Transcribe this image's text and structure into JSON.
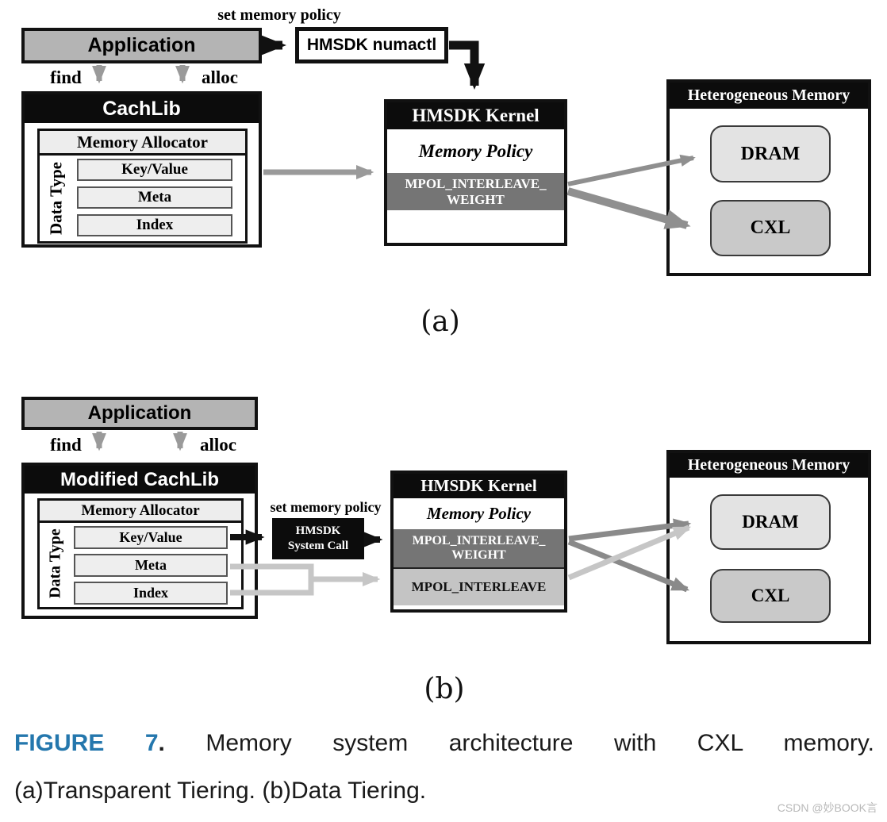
{
  "colors": {
    "application_fill": "#b4b4b4",
    "header_fill": "#0c0c0c",
    "row_fill": "#eeeeee",
    "mpol_dark_fill": "#757575",
    "mpol_light_fill": "#c4c4c4",
    "dram_fill": "#e3e3e3",
    "cxl_fill": "#c9c9c9",
    "arrow_gray": "#9a9a9a",
    "arrow_dark_gray": "#8a8a8a",
    "arrow_light_gray": "#c6c6c6",
    "figure_label_blue": "#2477ad",
    "watermark_gray": "#b9b9b9"
  },
  "diagram_a": {
    "panel_label": "(a)",
    "set_memory_policy_label": "set memory policy",
    "application_label": "Application",
    "find_label": "find",
    "alloc_label": "alloc",
    "numactl_label": "HMSDK numactl",
    "cachlib": {
      "title": "CachLib",
      "allocator_label": "Memory Allocator",
      "data_type_label": "Data Type",
      "rows": [
        "Key/Value",
        "Meta",
        "Index"
      ]
    },
    "kernel": {
      "title": "HMSDK Kernel",
      "policy_label": "Memory Policy",
      "mpol_weight_line1": "MPOL_INTERLEAVE_",
      "mpol_weight_line2": "WEIGHT"
    },
    "memory": {
      "title": "Heterogeneous Memory",
      "dram_label": "DRAM",
      "cxl_label": "CXL"
    }
  },
  "diagram_b": {
    "panel_label": "(b)",
    "set_memory_policy_label": "set memory policy",
    "application_label": "Application",
    "find_label": "find",
    "alloc_label": "alloc",
    "syscall_line1": "HMSDK",
    "syscall_line2": "System Call",
    "cachlib": {
      "title": "Modified CachLib",
      "allocator_label": "Memory Allocator",
      "data_type_label": "Data Type",
      "rows": [
        "Key/Value",
        "Meta",
        "Index"
      ]
    },
    "kernel": {
      "title": "HMSDK Kernel",
      "policy_label": "Memory Policy",
      "mpol_weight_line1": "MPOL_INTERLEAVE_",
      "mpol_weight_line2": "WEIGHT",
      "mpol_interleave": "MPOL_INTERLEAVE"
    },
    "memory": {
      "title": "Heterogeneous Memory",
      "dram_label": "DRAM",
      "cxl_label": "CXL"
    }
  },
  "caption": {
    "figure_label": "FIGURE 7",
    "figure_period": ".",
    "text": "Memory system architecture with CXL memory.",
    "subtext": "(a)Transparent Tiering. (b)Data Tiering."
  },
  "watermark": "CSDN @妙BOOK言"
}
